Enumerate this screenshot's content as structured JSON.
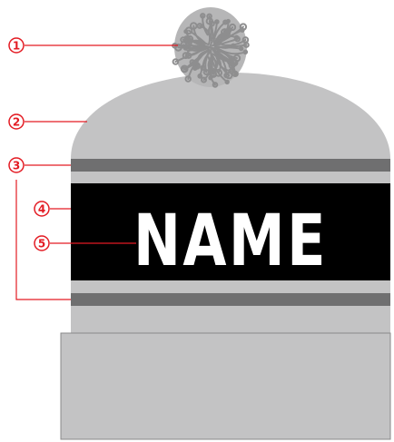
{
  "colors": {
    "body": "#c3c3c4",
    "stripe": "#6f6f70",
    "band": "#000000",
    "name_text": "#ffffff",
    "outline": "#8a8a8a",
    "callout": "#e31b23",
    "pompom": "#8e8e8f",
    "pompom_fill": "#b6b6b7"
  },
  "parts": {
    "pompom": "pompom",
    "crown": "knit-crown",
    "stripe": "stripe",
    "band": "name-band",
    "name": "name-text",
    "cuff": "cuff"
  },
  "name_text": "NAME",
  "callouts": [
    {
      "number": "1"
    },
    {
      "number": "2"
    },
    {
      "number": "3"
    },
    {
      "number": "4"
    },
    {
      "number": "5"
    }
  ]
}
